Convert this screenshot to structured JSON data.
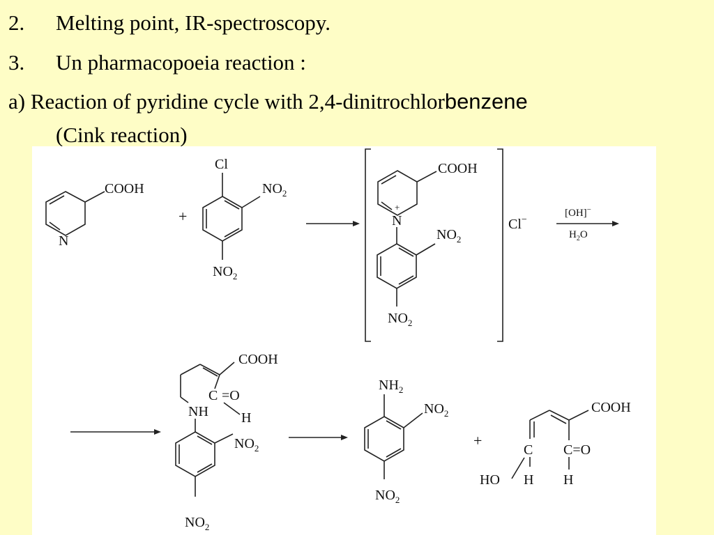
{
  "slide": {
    "items": [
      {
        "number": "2.",
        "text": "Melting point, IR-spectroscopy."
      },
      {
        "number": "3.",
        "text": "Un pharmacopoeia reaction :"
      }
    ],
    "sub_item": {
      "prefix": "a) Reaction of pyridine cycle with 2,4-dinitrochlor",
      "suffix": "benzene",
      "continuation": "(Cink reaction)"
    }
  },
  "scheme": {
    "labels": {
      "cooh": "COOH",
      "n": "N",
      "cl": "Cl",
      "no2_no": "NO",
      "sub2": "2",
      "plus": "+",
      "nplus": "+",
      "cl_minus": "Cl",
      "minus": "−",
      "oh_reagent": "[OH]",
      "h2o_h": "H",
      "h2o_o": "O",
      "c": "C",
      "eq_o": "=O",
      "h": "H",
      "nh": "NH",
      "nh2_nh": "NH",
      "ho": "HO",
      "c_eq_o": "C=O"
    }
  }
}
